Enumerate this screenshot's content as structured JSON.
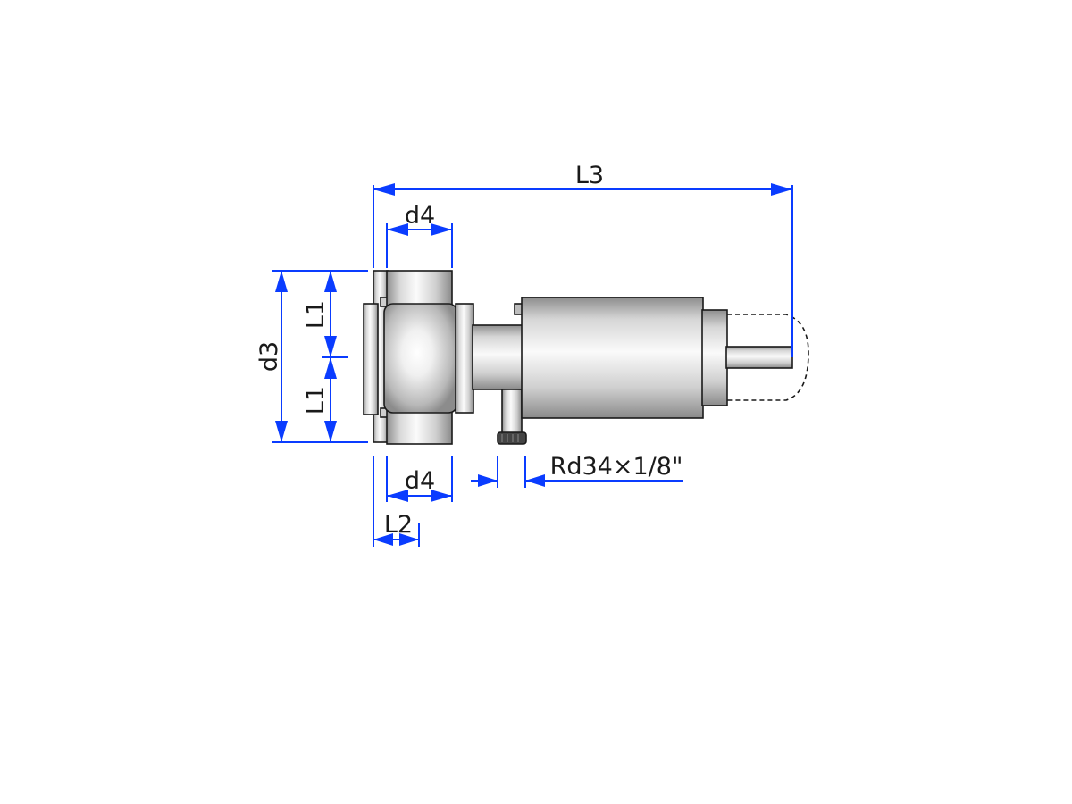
{
  "colors": {
    "dimension": "#0a3cff",
    "outline": "#1a1a1a",
    "metal_light": "#f4f4f4",
    "metal_dark": "#a9a9a9",
    "background": "#ffffff"
  },
  "labels": {
    "overall_length": "L3",
    "port_diameter_top": "d4",
    "port_diameter_bottom": "d4",
    "flange_diameter": "d3",
    "port_offset_upper": "L1",
    "port_offset_lower": "L1",
    "flange_to_port": "L2",
    "connection_thread": "Rd34×1/8\""
  },
  "icons": {
    "valve_body": "tee-valve-body",
    "actuator": "pneumatic-actuator",
    "stroke_indicator": "dashed-stroke-envelope",
    "air_connection": "air-connector-fitting"
  }
}
